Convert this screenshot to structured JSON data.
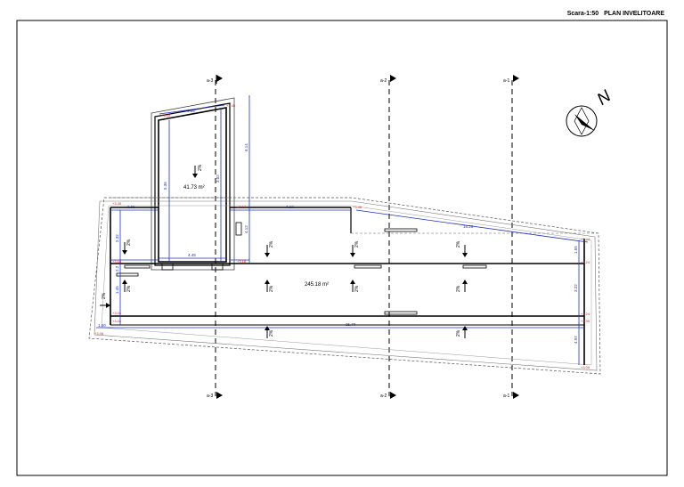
{
  "title": {
    "scale": "Scara-1:50",
    "name": "PLAN INVELITOARE"
  },
  "colors": {
    "line": "#000000",
    "dimension": "#1a2fd6",
    "elevation": "#e0201b",
    "dash": "#555555"
  },
  "north": {
    "label": "N"
  },
  "sections": [
    {
      "label": "a-3"
    },
    {
      "label": "a-2"
    },
    {
      "label": "a-1"
    }
  ],
  "areas": {
    "upper_room": "41.73 m²",
    "main_roof": "245.18 m²"
  },
  "slope": "2%",
  "dimensions": {
    "upper_width": "4.55",
    "upper_height_left": "5.36",
    "upper_height_right": "6.14",
    "upper_inner": "3.02",
    "upper_bottom": "4.45",
    "left_top": "2.55",
    "mid_top": "7.12",
    "mid_right_long": "16.28",
    "side_left": "4.12",
    "bottom_total": "25.70",
    "right_1": "1.55",
    "right_2": "3.22",
    "right_3": "4.97",
    "left_small": "1.60",
    "left_b": "2.32",
    "left_c": "1.45",
    "mid_left_v": "2.2"
  },
  "elevations": {
    "e1": "+3.45",
    "e2": "+3.45",
    "e3": "+3.45",
    "e4": "+3.18",
    "e5": "+3.24",
    "e6": "+3.48",
    "e7": "+3.24",
    "e8": "+3.24",
    "e9": "+3.05",
    "e10": "+3.18",
    "e11": "+3.05",
    "e12": "+3.04",
    "e13": "+3.04"
  }
}
